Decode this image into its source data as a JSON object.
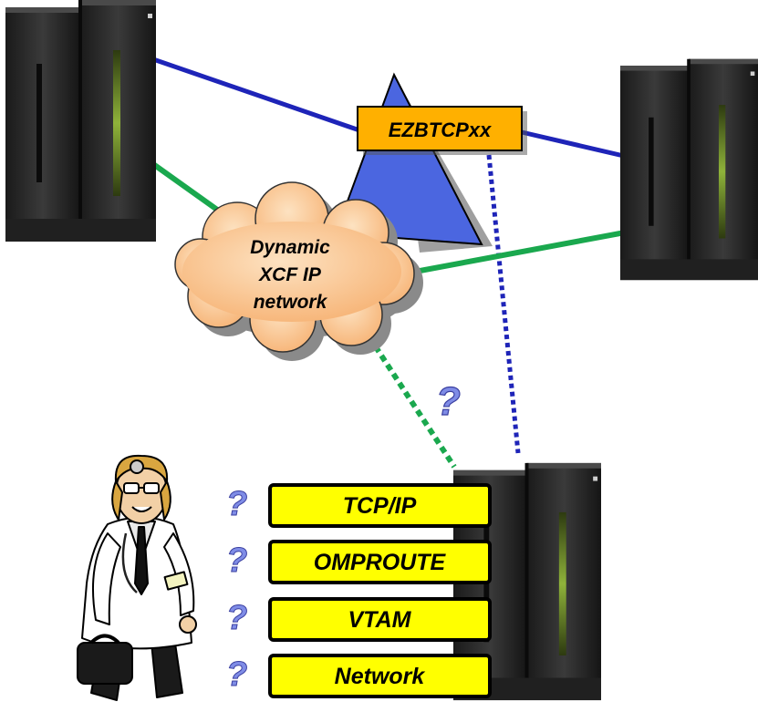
{
  "colors": {
    "blue_line": "#1e24b8",
    "green_line": "#1aa84e",
    "triangle_fill": "#4b66e0",
    "cloud_fill": "#f9c48c",
    "label_fill": "#ffff00",
    "config_fill": "#ffb000",
    "question_mark": "#7f8ce6"
  },
  "config_label": "EZBTCPxx",
  "cloud": {
    "lines": [
      "Dynamic",
      "XCF IP",
      "network"
    ]
  },
  "stack_labels": [
    "TCP/IP",
    "OMPROUTE",
    "VTAM",
    "Network"
  ],
  "question_mark": "?",
  "icons": [
    "mainframe-server-icon",
    "doctor-figure-icon",
    "question-mark-icon"
  ]
}
